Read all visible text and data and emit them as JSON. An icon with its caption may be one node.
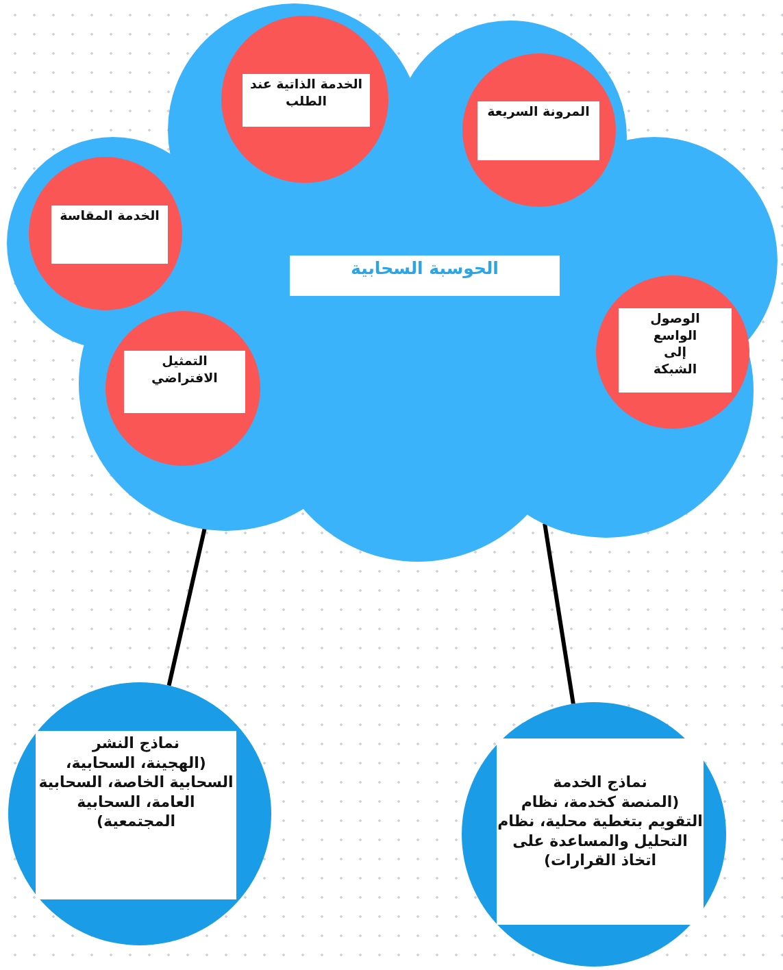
{
  "diagram": {
    "nodes": [
      {
        "text": [
          "الحوسبة السحابية"
        ]
      },
      {
        "text": [
          "الخدمة الذاتية عند الطلب"
        ],
        "in": 0
      },
      {
        "text": [
          "المرونة السريعة"
        ],
        "in": 0
      },
      {
        "text": [
          "الخدمة المقاسة"
        ],
        "in": 0
      },
      {
        "text": [
          "الوصول الواسع إلى الشبكة"
        ],
        "in": 0
      },
      {
        "text": [
          "التمثيل الافتراضي"
        ],
        "in": 0
      },
      {
        "text": [
          "نماذج النشر",
          "(الهجينة، السحابية، السحابية الخاصة، السحابية العامة، السحابية المجتمعية)"
        ]
      },
      {
        "text": [
          "نماذج الخدمة",
          "(المنصة كخدمة، نظام التقويم بتغطية محلية، نظام التحليل والمساعدة على اتخاذ القرارات)"
        ]
      }
    ],
    "edges": [
      {
        "from": 0,
        "to": 6,
        "arrow": "none"
      },
      {
        "from": 0,
        "to": 7,
        "arrow": "none"
      }
    ]
  }
}
